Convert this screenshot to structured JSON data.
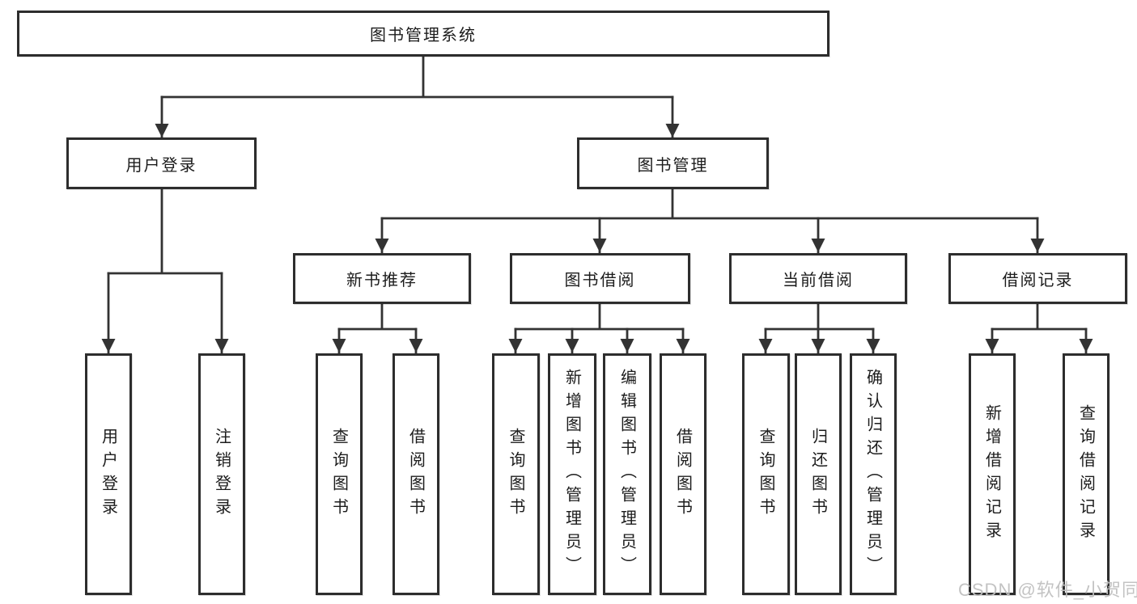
{
  "colors": {
    "line": "#333333",
    "border": "#2d2d2d",
    "text": "#1c1c1c",
    "watermark": "#c0c0c0",
    "background": "#ffffff"
  },
  "watermark": {
    "text": "CSDN @软件_小贺同学"
  },
  "tree": {
    "label": "图书管理系统",
    "children": [
      {
        "label": "用户登录",
        "children": [
          {
            "label": "用户登录"
          },
          {
            "label": "注销登录"
          }
        ]
      },
      {
        "label": "图书管理",
        "children": [
          {
            "label": "新书推荐",
            "children": [
              {
                "label": "查询图书"
              },
              {
                "label": "借阅图书"
              }
            ]
          },
          {
            "label": "图书借阅",
            "children": [
              {
                "label": "查询图书"
              },
              {
                "label": "新增图书（管理员）"
              },
              {
                "label": "编辑图书（管理员）"
              },
              {
                "label": "借阅图书"
              }
            ]
          },
          {
            "label": "当前借阅",
            "children": [
              {
                "label": "查询图书"
              },
              {
                "label": "归还图书"
              },
              {
                "label": "确认归还（管理员）"
              }
            ]
          },
          {
            "label": "借阅记录",
            "children": [
              {
                "label": "新增借阅记录"
              },
              {
                "label": "查询借阅记录"
              }
            ]
          }
        ]
      }
    ]
  }
}
